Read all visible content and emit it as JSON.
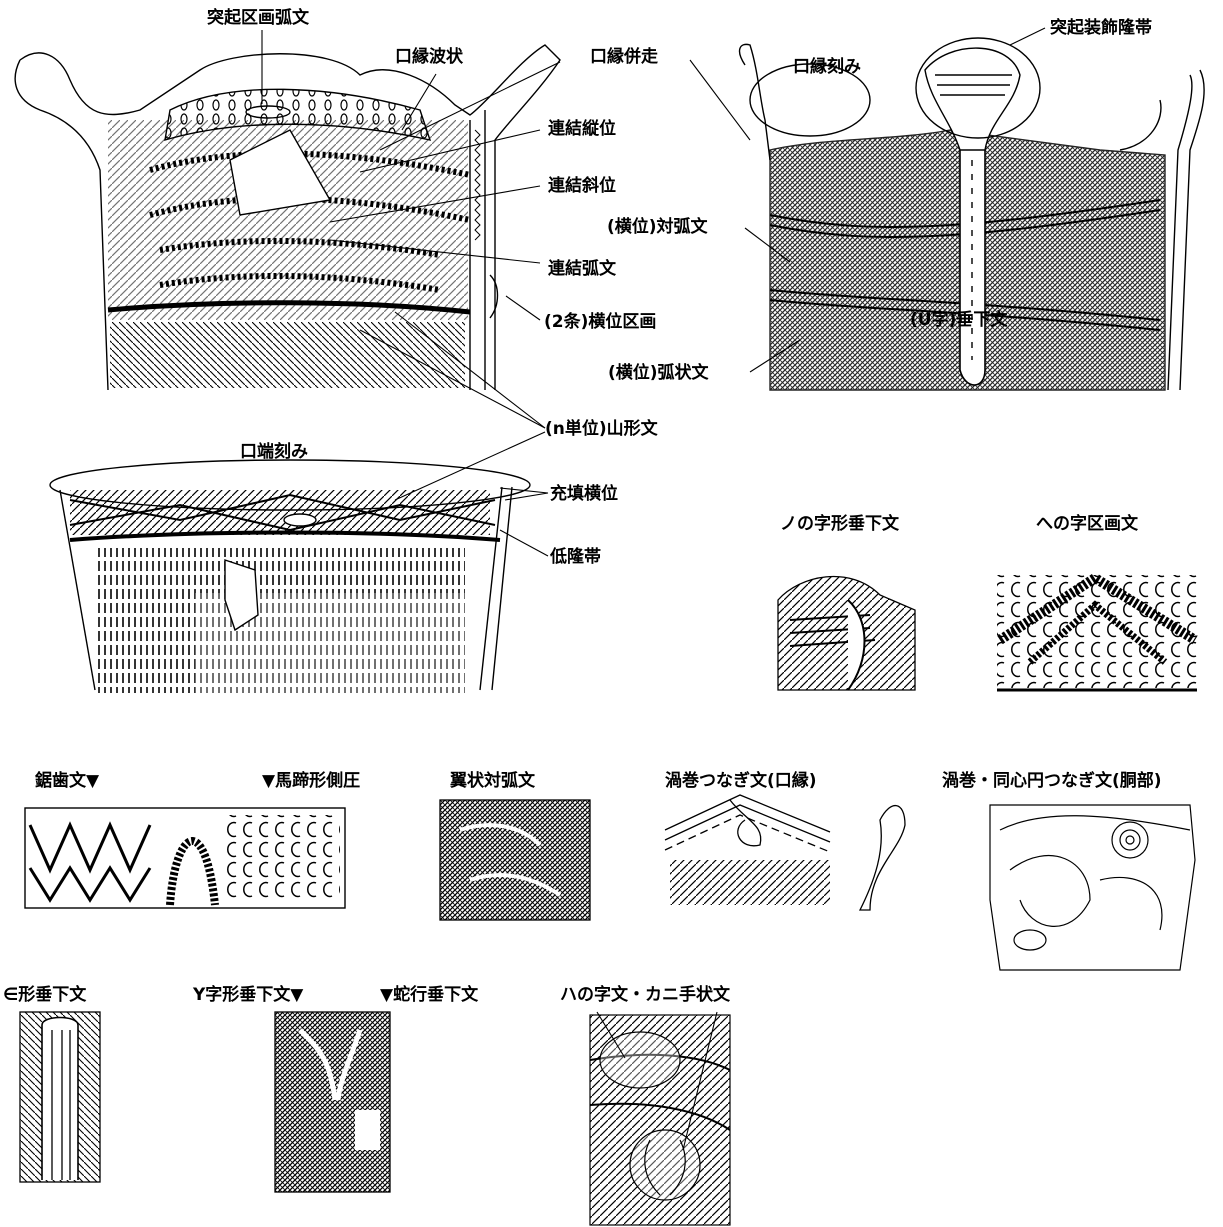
{
  "colors": {
    "ink": "#000000",
    "paper": "#ffffff"
  },
  "vessel_a": {
    "labels": {
      "l1": "突起区画弧文",
      "l2": "口縁波状",
      "l3": "口縁併走",
      "l4": "連結縦位",
      "l5": "連結斜位",
      "l6": "連結弧文",
      "l7": "(2条)横位区画"
    }
  },
  "vessel_b": {
    "labels": {
      "l1": "突起装飾隆帯",
      "l2": "口縁刻み",
      "l3": "(横位)対弧文",
      "l4": "(U字)垂下文",
      "l5": "(横位)弧状文"
    }
  },
  "shared": {
    "chevron": "(n単位)山形文"
  },
  "vessel_c": {
    "labels": {
      "rim": "口端刻み",
      "fill": "充填横位",
      "ridge": "低隆帯"
    }
  },
  "small_motifs": {
    "no_pendant": "ノの字形垂下文",
    "he_division": "への字区画文",
    "sawtooth": "鋸歯文▼",
    "hoof_press": "▼馬蹄形側圧",
    "wing_arc": "翼状対弧文",
    "spiral_rim": "渦巻つなぎ文(口縁)",
    "spiral_body": "渦巻・同心円つなぎ文(胴部)",
    "epsilon_pendant": "∈形垂下文",
    "y_pendant": "Y字形垂下文▼",
    "snake_pendant": "▼蛇行垂下文",
    "ha_crab": "ハの字文・カニ手状文"
  }
}
